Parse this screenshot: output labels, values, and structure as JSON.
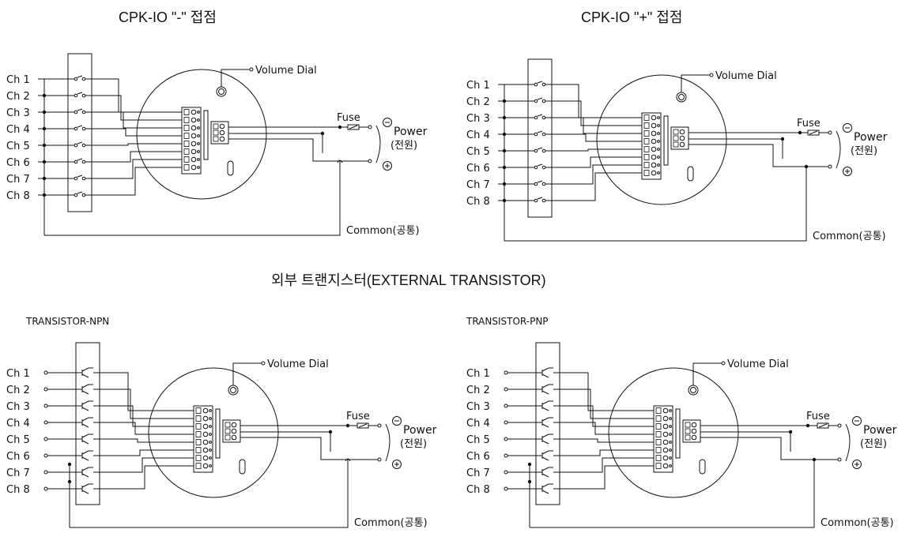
{
  "titles": {
    "minus": "CPK-IO \"-\" 접점",
    "plus": "CPK-IO \"+\" 접점",
    "external": "외부 트랜지스터(EXTERNAL TRANSISTOR)"
  },
  "subtitles": {
    "npn": "TRANSISTOR-NPN",
    "pnp": "TRANSISTOR-PNP"
  },
  "labels": {
    "channels": [
      "Ch 1",
      "Ch 2",
      "Ch 3",
      "Ch 4",
      "Ch 5",
      "Ch 6",
      "Ch 7",
      "Ch 8"
    ],
    "volume_dial": "Volume Dial",
    "fuse": "Fuse",
    "power": "Power",
    "power_kr": "(전원)",
    "common": "Common(공통)",
    "minus_symbol": "−",
    "plus_symbol": "+"
  },
  "colors": {
    "line": "#111111",
    "background": "#ffffff"
  }
}
